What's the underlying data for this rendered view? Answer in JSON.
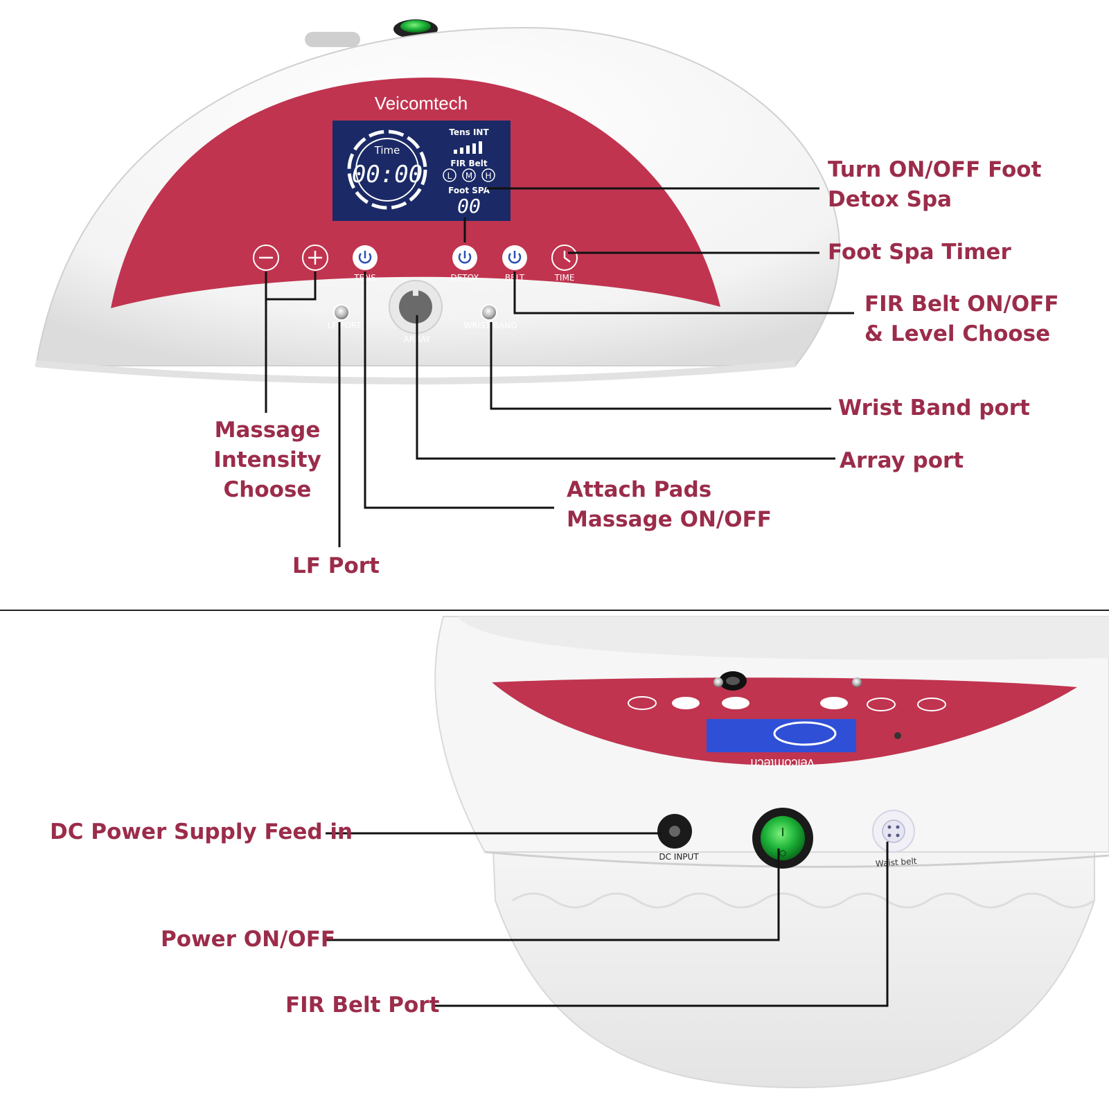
{
  "colors": {
    "brand": "#c0344f",
    "label_text": "#9b2c4a",
    "lcd": "#1b2a66",
    "lcd_bottom": "#2f4fd6",
    "power_green": "#1fb53a",
    "leader": "#111111"
  },
  "device_top": {
    "brand": "Veicomtech",
    "lcd": {
      "time_label": "Time",
      "time_value": "00:00",
      "tens_label": "Tens INT",
      "fir_label": "FIR Belt",
      "levels": [
        "L",
        "M",
        "H"
      ],
      "foot_spa_label": "Foot SPA",
      "foot_spa_value": "00",
      "intensity_level": 5
    },
    "buttons": {
      "minus": "minus-icon",
      "plus": "plus-icon",
      "tens": "TENS",
      "detox": "DETOX",
      "belt": "BELT",
      "time": "TIME"
    },
    "ports": {
      "lf": "LF PORT",
      "array": "ARRAY",
      "wrist": "WRIST BAND"
    }
  },
  "device_bottom": {
    "brand": "Veicomtech",
    "ports": {
      "dc": "DC INPUT",
      "waist": "Waist belt"
    }
  },
  "callouts": {
    "foot_detox_on_off": [
      "Turn ON/OFF Foot",
      "Detox Spa"
    ],
    "foot_spa_timer": "Foot Spa Timer",
    "fir_belt_on_off": [
      "FIR Belt ON/OFF",
      "& Level Choose"
    ],
    "wrist_band_port": "Wrist Band port",
    "array_port": "Array port",
    "massage_intensity": [
      "Massage",
      "Intensity",
      "Choose"
    ],
    "attach_pads": [
      "Attach Pads",
      "Massage ON/OFF"
    ],
    "lf_port": "LF Port",
    "dc_power": "DC Power Supply Feed in",
    "power_on_off": "Power ON/OFF",
    "fir_belt_port": "FIR Belt Port"
  }
}
